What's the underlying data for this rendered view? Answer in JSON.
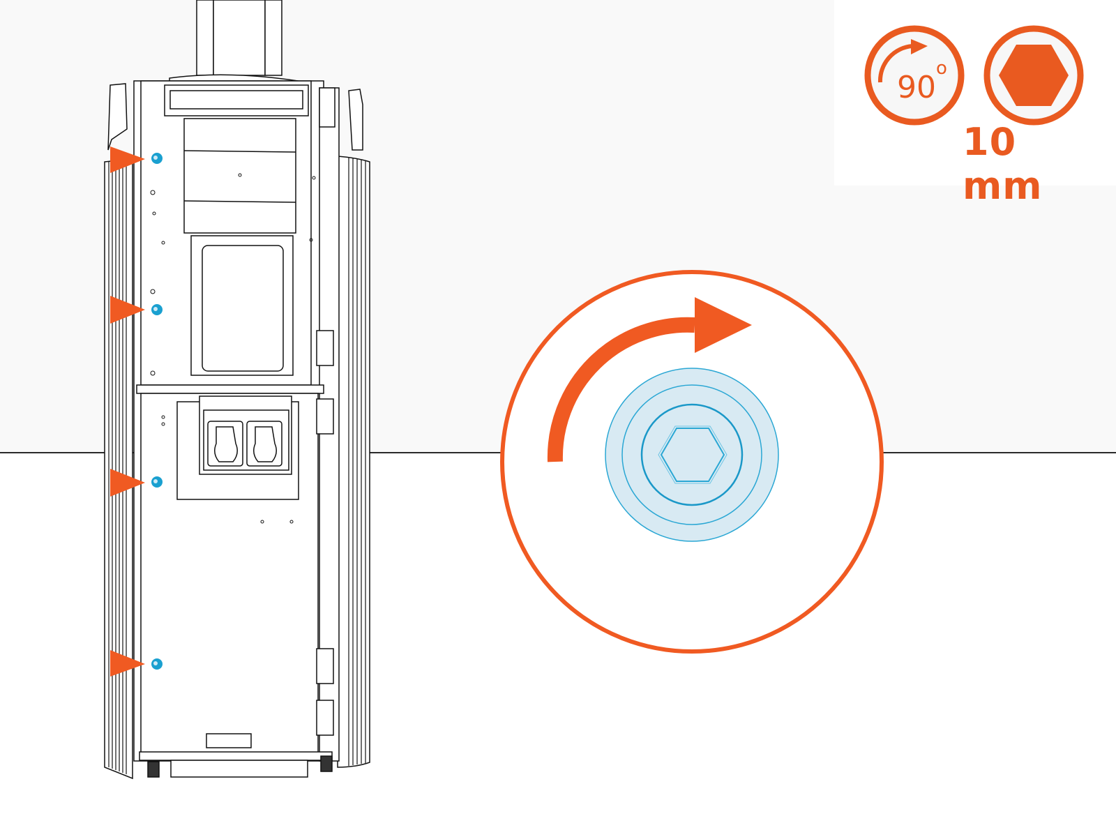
{
  "instruction_panel": {
    "rotation_icon": {
      "angle_label": "90",
      "degree_symbol": "o",
      "direction": "clockwise"
    },
    "tool_icon": {
      "shape": "hexagon-socket",
      "size_label": "10 mm"
    }
  },
  "detail_view": {
    "arrow_direction": "clockwise",
    "fastener": "hex-head bolt"
  },
  "cabinet": {
    "fastener_markers": [
      {
        "id": 1,
        "color": "#1aa0d0"
      },
      {
        "id": 2,
        "color": "#1aa0d0"
      },
      {
        "id": 3,
        "color": "#1aa0d0"
      },
      {
        "id": 4,
        "color": "#1aa0d0"
      }
    ],
    "pointer_color": "#f05a22"
  },
  "colors": {
    "accent_orange": "#f05a22",
    "icon_orange": "#e95a20",
    "fastener_blue": "#1aa0d0",
    "fastener_fill": "#d8eaf3",
    "wall": "#f9f9f9"
  }
}
